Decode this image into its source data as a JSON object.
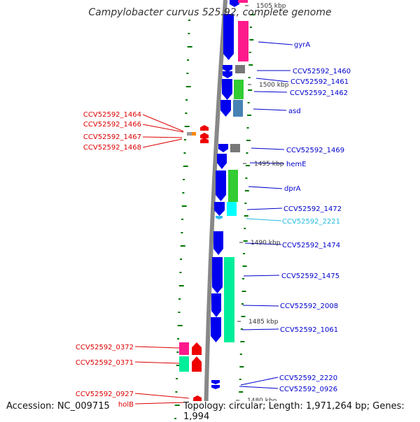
{
  "title": "Campylobacter curvus 525.92, complete genome",
  "accession": "Accession: NC_009715",
  "summary": "Topology: circular; Length: 1,971,264 bp; Genes: 1,994",
  "scale_labels": [
    "1505 kbp",
    "1500 kbp",
    "1495 kbp",
    "1490 kbp",
    "1485 kbp",
    "1480 kbp"
  ],
  "right_labels": [
    {
      "text": "gyrA",
      "color": "#0000cc"
    },
    {
      "text": "CCV52592_1460",
      "color": "#0000cc"
    },
    {
      "text": "CCV52592_1461",
      "color": "#0000cc"
    },
    {
      "text": "CCV52592_1462",
      "color": "#0000cc"
    },
    {
      "text": "asd",
      "color": "#0000cc"
    },
    {
      "text": "CCV52592_1469",
      "color": "#0000cc"
    },
    {
      "text": "hemE",
      "color": "#0000cc"
    },
    {
      "text": "dprA",
      "color": "#0000cc"
    },
    {
      "text": "CCV52592_1472",
      "color": "#0000cc"
    },
    {
      "text": "CCV52592_2221",
      "color": "#22bbdd"
    },
    {
      "text": "CCV52592_1474",
      "color": "#0000cc"
    },
    {
      "text": "CCV52592_1475",
      "color": "#0000cc"
    },
    {
      "text": "CCV52592_2008",
      "color": "#0000cc"
    },
    {
      "text": "CCV52592_1061",
      "color": "#0000cc"
    },
    {
      "text": "CCV52592_2220",
      "color": "#0000cc"
    },
    {
      "text": "CCV52592_0926",
      "color": "#0000cc"
    }
  ],
  "left_labels": [
    {
      "text": "CCV52592_1464",
      "color": "#dd0000"
    },
    {
      "text": "CCV52592_1466",
      "color": "#dd0000"
    },
    {
      "text": "CCV52592_1467",
      "color": "#dd0000"
    },
    {
      "text": "CCV52592_1468",
      "color": "#dd0000"
    },
    {
      "text": "CCV52592_0372",
      "color": "#dd0000"
    },
    {
      "text": "CCV52592_0371",
      "color": "#dd0000"
    },
    {
      "text": "CCV52592_0927",
      "color": "#dd0000"
    },
    {
      "text": "holB",
      "color": "#dd0000"
    }
  ],
  "colors": {
    "forward_strand": "#0000ee",
    "reverse_strand": "#ee0000",
    "backbone": "#888888",
    "gc_skew": "#007700",
    "cog_magenta": "#ff1a8c",
    "cog_green": "#33cc33",
    "cog_steel": "#4682b4",
    "cog_gray": "#777777",
    "cog_cyan": "#00ffff",
    "cog_teal": "#00ee99",
    "orange": "#ff8800"
  }
}
